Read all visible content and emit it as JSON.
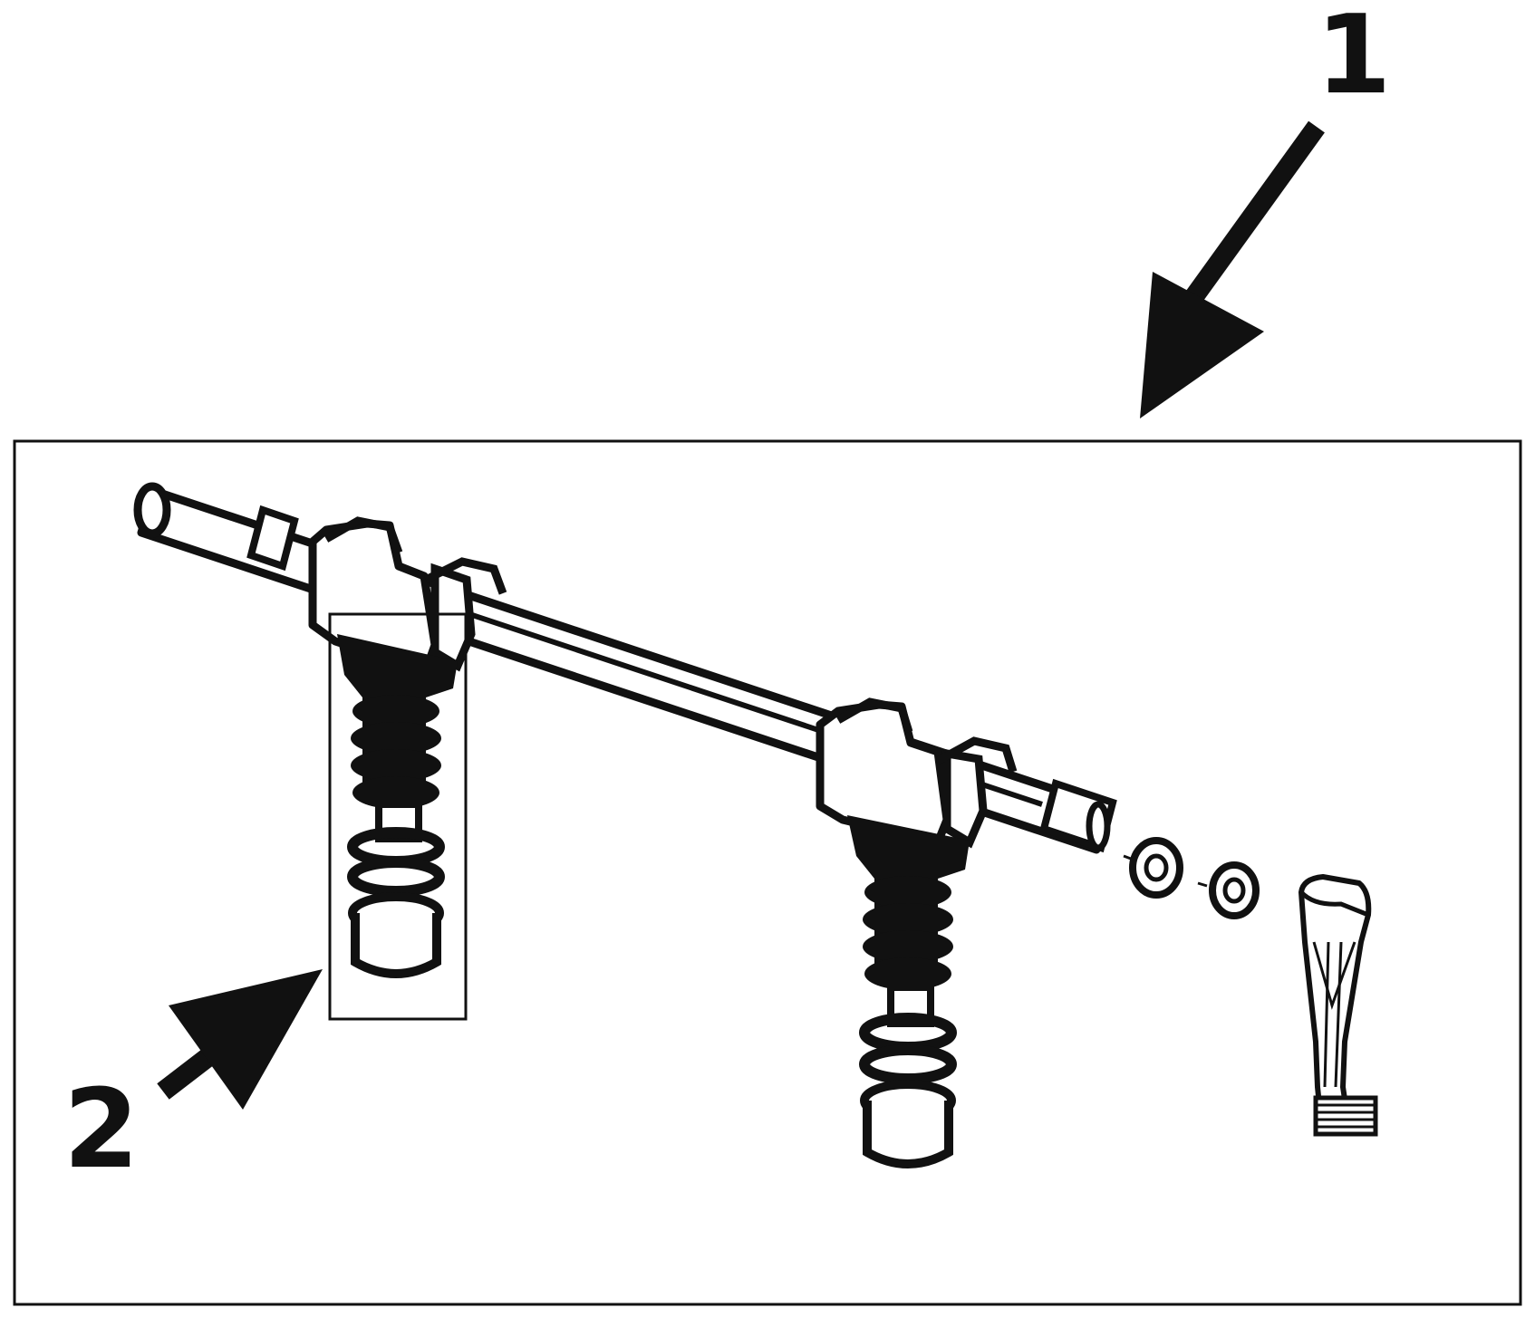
{
  "callouts": [
    {
      "id": "1",
      "text": "1"
    },
    {
      "id": "2",
      "text": "2"
    }
  ],
  "colors": {
    "ink": "#111111",
    "background": "#ffffff",
    "fill": "#ffffff"
  }
}
